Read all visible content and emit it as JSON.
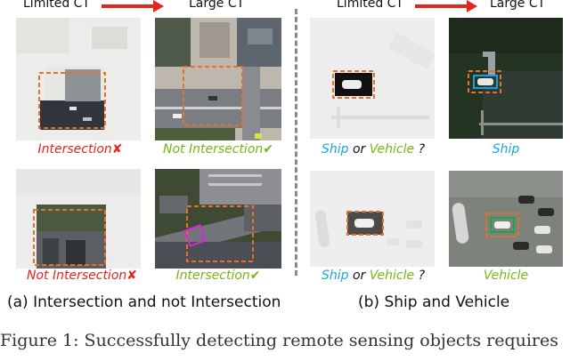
{
  "left_panel": {
    "header_from": "Limited CT",
    "header_to": "Large CT",
    "row1": {
      "label_left": "Intersection",
      "label_right": "Not Intersection"
    },
    "row2": {
      "label_left": "Not Intersection",
      "label_right": "Intersection"
    },
    "caption": "(a) Intersection and not Intersection"
  },
  "right_panel": {
    "header_from": "Limited CT",
    "header_to": "Large CT",
    "row1": {
      "q_part1": "Ship",
      "q_or": "or",
      "q_part2": "Vehicle",
      "q_mark": "?",
      "answer": "Ship"
    },
    "row2": {
      "q_part1": "Ship",
      "q_or": "or",
      "q_part2": "Vehicle",
      "q_mark": "?",
      "answer": "Vehicle"
    },
    "caption": "(b) Ship and Vehicle"
  },
  "figure_caption": "Figure 1: Successfully detecting remote sensing objects requires",
  "marks": {
    "cross": "✘",
    "check": "✔"
  },
  "colors": {
    "red": "#e8251c",
    "green": "#7ab317",
    "cyan": "#16a9d6",
    "orange_box": "#e8702a",
    "magenta_box": "#d12bd6",
    "blue_box": "#1e9be8"
  }
}
